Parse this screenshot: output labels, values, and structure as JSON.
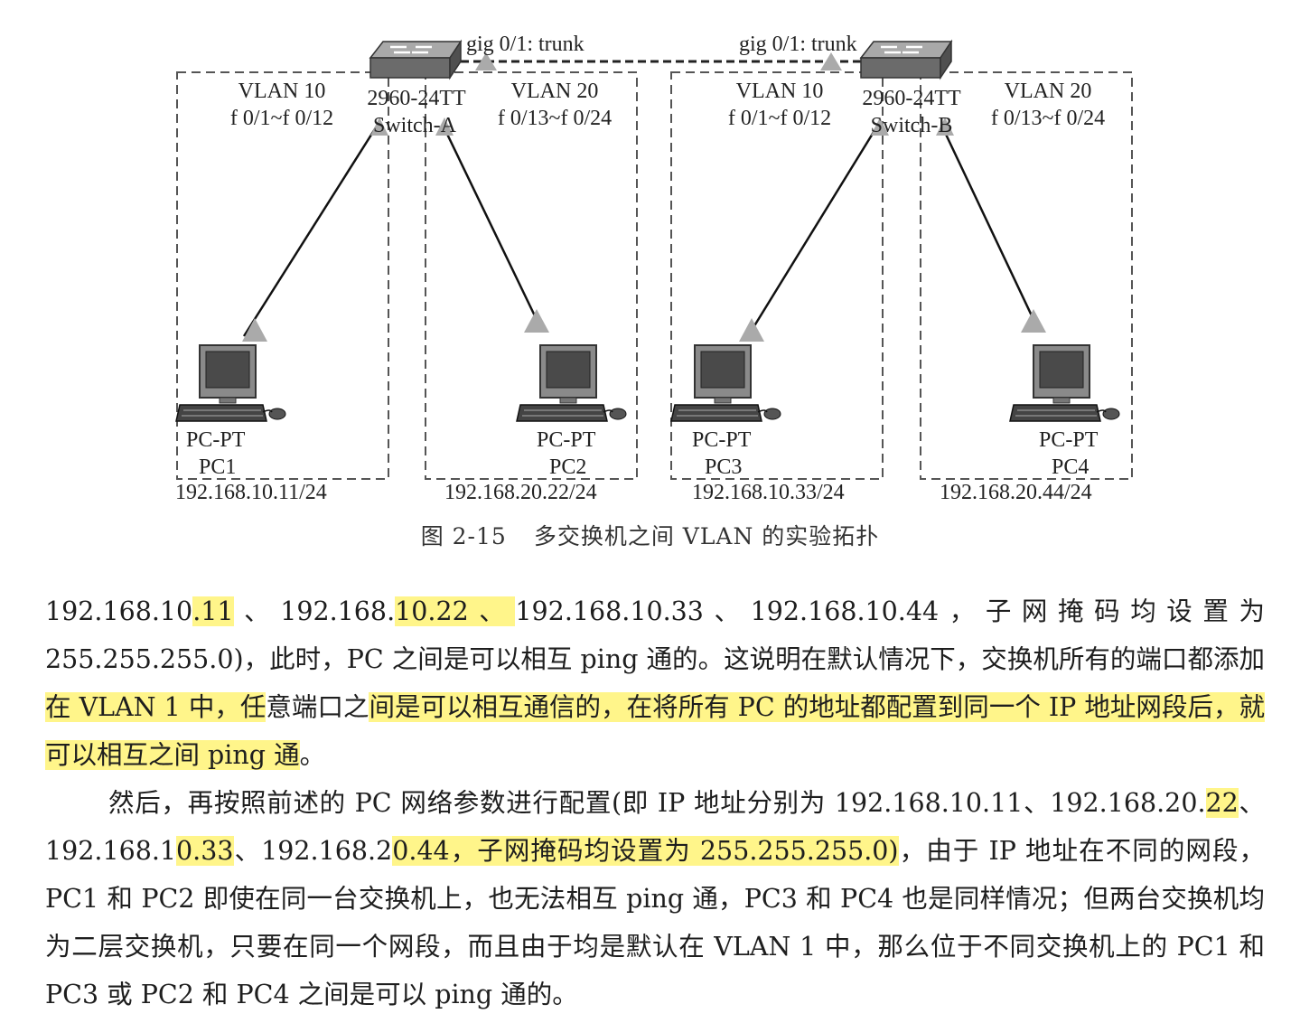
{
  "figure": {
    "trunk_label_left": "gig 0/1: trunk",
    "trunk_label_right": "gig 0/1: trunk",
    "switches": [
      {
        "model": "2960-24TT",
        "name": "Switch-A"
      },
      {
        "model": "2960-24TT",
        "name": "Switch-B"
      }
    ],
    "vlan_zones": [
      {
        "vlan": "VLAN 10",
        "ports": "f 0/1~f 0/12"
      },
      {
        "vlan": "VLAN 20",
        "ports": "f 0/13~f 0/24"
      },
      {
        "vlan": "VLAN 10",
        "ports": "f 0/1~f 0/12"
      },
      {
        "vlan": "VLAN 20",
        "ports": "f 0/13~f 0/24"
      }
    ],
    "pcs": [
      {
        "type": "PC-PT",
        "name": "PC1",
        "ip": "192.168.10.11/24"
      },
      {
        "type": "PC-PT",
        "name": "PC2",
        "ip": "192.168.20.22/24"
      },
      {
        "type": "PC-PT",
        "name": "PC3",
        "ip": "192.168.10.33/24"
      },
      {
        "type": "PC-PT",
        "name": "PC4",
        "ip": "192.168.20.44/24"
      }
    ]
  },
  "caption": {
    "number": "图 2-15",
    "title": "多交换机之间 VLAN 的实验拓扑"
  },
  "paragraph1": {
    "s1": "192.168.10",
    "s2": ".11",
    "s3": "、192.168.",
    "s4": "10.22、",
    "s5": "192.168.10.33、192.168.10.44，子网掩码均设置为 255.255.255.0)，此时，PC 之间是可以相互 ping 通的。这说明在默认情况下，交换机所有的端口都添加",
    "s6": "在 VLAN 1 中，任",
    "s7": "意端口之",
    "s8": "间是可以相互通信的，在将所有 PC 的地址都配置到同一个 IP 地址网段后，就可以相互之间 ping 通",
    "s9": "。"
  },
  "paragraph2": {
    "s1": "然后，再按照前述的 PC 网络参数进行配置(即 IP 地址分别为 192.168.10.11、192.168.20.",
    "s2": "22",
    "s3": "、192.168.1",
    "s4": "0.33",
    "s5": "、192.168.2",
    "s6": "0.44，子网掩码均设置为 255.255.255.0)",
    "s7": "，由于 IP 地址在不同的网段，PC1 和 PC2 即使在同一台交换机上，也无法相互 ping 通，PC3 和 PC4 也是同样情况；但两台交换机均为二层交换机，只要在同一个网段，而且由于均是默认在 VLAN 1 中，那么位于不同交换机上的 PC1 和 PC3 或 PC2 和 PC4 之间是可以 ping 通的。"
  },
  "colors": {
    "highlight": "#fff58a",
    "dashes": "#555555",
    "switch_body": "#6b6b6b"
  }
}
